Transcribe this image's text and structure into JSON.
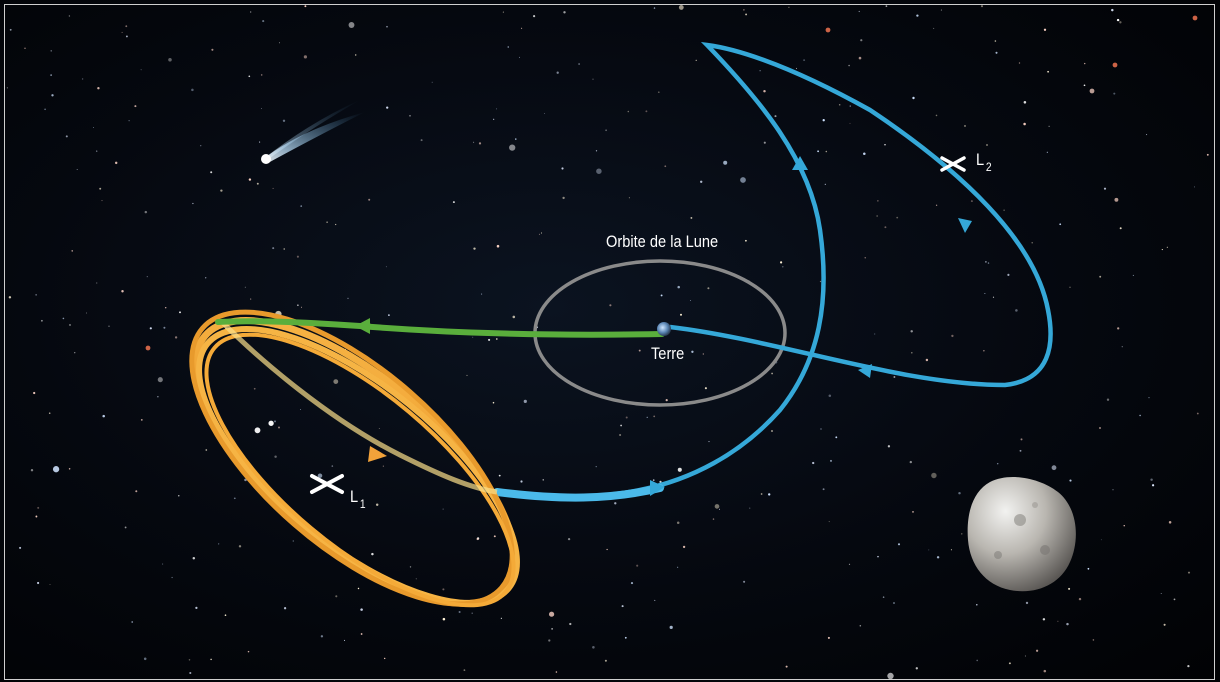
{
  "diagram": {
    "labels": {
      "moon_orbit": "Orbite de la Lune",
      "earth": "Terre",
      "l1_base": "L",
      "l1_sub": "1",
      "l2_base": "L",
      "l2_sub": "2"
    }
  },
  "colors": {
    "background": "#05080f",
    "frame": "#cfcfcf",
    "moon_orbit": "#8a8a8a",
    "green_trajectory": "#5aae3c",
    "blue_trajectory": "#35a8d8",
    "halo_orbit": "#f2a23a",
    "label_text": "#ffffff"
  },
  "icons": [
    "comet-icon",
    "asteroid-icon",
    "earth-icon",
    "lagrange-marker-icon"
  ]
}
